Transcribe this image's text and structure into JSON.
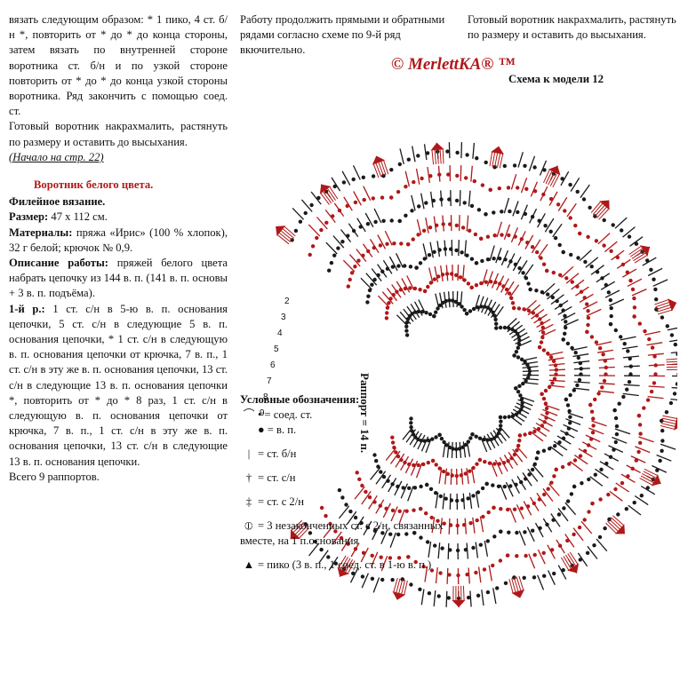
{
  "left_column": {
    "p1": "вязать следующим образом: * 1 пико, 4 ст. б/н *, повторить от * до * до конца стороны, затем вязать по внутренней стороне воротника ст. б/н и по узкой стороне повторить от * до * до конца узкой стороны воротника. Ряд закончить с помощью соед. ст.",
    "p2": "Готовый воротник накрахмалить, растянуть по размеру и оставить до высыхания.",
    "p3": "(Начало на стр. 22)",
    "section_title": "Воротник белого цвета.",
    "technique": "Филейное вязание.",
    "size_label": "Размер:",
    "size_value": "47 x 112 см.",
    "materials_label": "Материалы:",
    "materials_value": "пряжа «Ирис» (100 % хлопок), 32 г белой; крючок № 0,9.",
    "work_label": "Описание работы:",
    "work_value": "пряжей белого цвета набрать цепочку из 144 в. п. (141 в. п. основы + 3 в. п. подъёма).",
    "row1_label": "1-й р.:",
    "row1_value": "1 ст. с/н в 5-ю в. п. основания цепочки, 5 ст. с/н в следующие 5 в. п. основания цепочки, * 1 ст. с/н в следующую в. п. основания цепочки от крючка, 7 в. п., 1 ст. с/н в эту же в. п. основания цепочки, 13 ст. с/н в следующие 13 в. п. основания цепочки *, повторить от * до * 8 раз, 1 ст. с/н в следующую в. п. основания цепочки от крючка, 7 в. п., 1 ст. с/н в эту же в. п. основания цепочки, 13 ст. с/н в следующие 13 в. п. основания цепочки.",
    "total": "Всего 9 раппортов."
  },
  "header_mid": "Работу продолжить прямыми и обратными рядами согласно схеме по 9-й ряд вкючительно.",
  "header_right": "Готовый воротник накрахмалить, растянуть по размеру и оставить до высыхания.",
  "brand": "© MerlettKA® ™",
  "scheme_title": "Схема к модели 12",
  "rapport_label": "Раппорт = 14 п.",
  "legend": {
    "title": "Условные обозначения:",
    "items": [
      {
        "sym": "⌒",
        "text": "• = соед. ст."
      },
      {
        "sym": "",
        "text": "● = в. п."
      },
      {
        "sym": "|",
        "text": "= ст. б/н"
      },
      {
        "sym": "†",
        "text": "= ст. с/н"
      },
      {
        "sym": "‡",
        "text": "= ст. с 2/н"
      },
      {
        "sym": "⦶",
        "text": "= 3 незаконченных ст. с 2/н, связанных вместе, на 1 п.основания"
      },
      {
        "sym": "▲",
        "text": "= пико (3 в. п., 1 соед. ст. в 1-ю в. п.)"
      }
    ]
  },
  "row_numbers": [
    "2",
    "3",
    "4",
    "5",
    "6",
    "7",
    "8",
    "9"
  ],
  "colors": {
    "red": "#b01818",
    "black": "#1a1a1a"
  }
}
